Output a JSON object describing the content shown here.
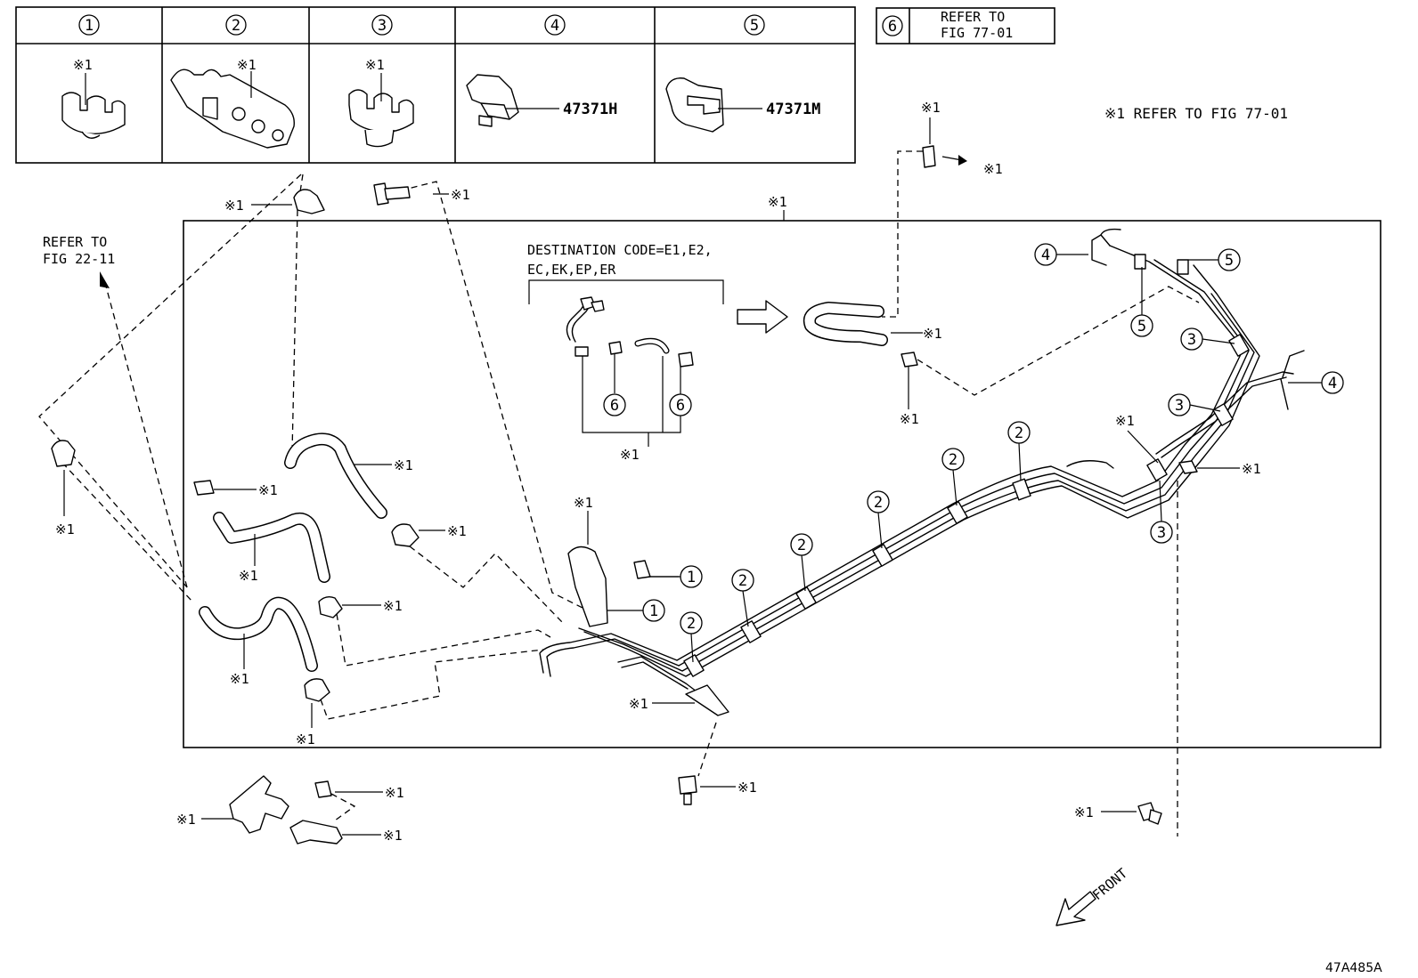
{
  "legend": {
    "headers": [
      "①",
      "②",
      "③",
      "④",
      "⑤"
    ],
    "items": [
      {
        "ref": "※1",
        "part_no": ""
      },
      {
        "ref": "※1",
        "part_no": ""
      },
      {
        "ref": "※1",
        "part_no": ""
      },
      {
        "ref": "",
        "part_no": "47371H"
      },
      {
        "ref": "",
        "part_no": "47371M"
      }
    ],
    "item6": {
      "number": "⑥",
      "line1": "REFER TO",
      "line2": "FIG 77-01"
    }
  },
  "notes": {
    "top_right": "※1 REFER TO FIG 77-01",
    "left_line1": "REFER TO",
    "left_line2": "FIG 22-11",
    "destination_line1": "DESTINATION CODE=E1,E2,",
    "destination_line2": "EC,EK,EP,ER",
    "front": "FRONT",
    "figure_id": "47A485A"
  },
  "ref_mark": "※1",
  "callouts": [
    "1",
    "2",
    "3",
    "4",
    "5",
    "6"
  ],
  "colors": {
    "line": "#000000",
    "background": "#ffffff"
  }
}
